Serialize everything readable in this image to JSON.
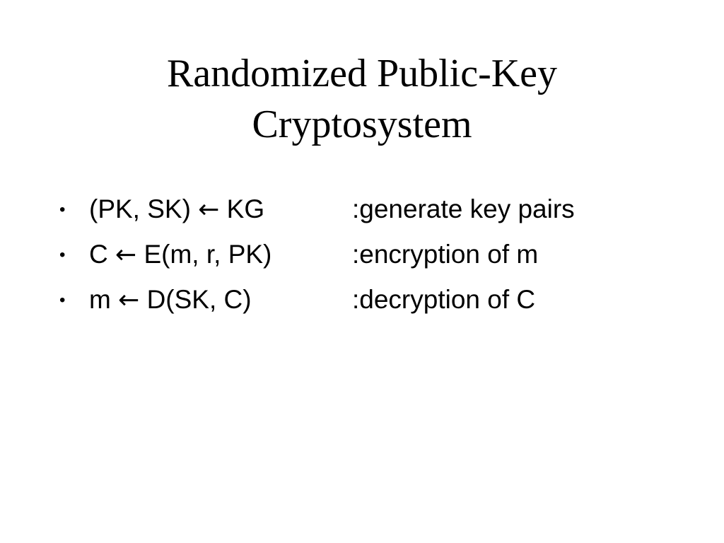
{
  "slide": {
    "title_line1": "Randomized Public-Key",
    "title_line2": "Cryptosystem",
    "bullets": [
      {
        "bullet": "•",
        "left": "(PK, SK)",
        "arrow": "←",
        "right": "KG",
        "description": ":generate key pairs"
      },
      {
        "bullet": "•",
        "left": "C",
        "arrow": "←",
        "right": "E(m, r, PK)",
        "description": ":encryption of m"
      },
      {
        "bullet": "•",
        "left": "m",
        "arrow": "←",
        "right": "D(SK, C)",
        "description": ":decryption of C"
      }
    ]
  }
}
